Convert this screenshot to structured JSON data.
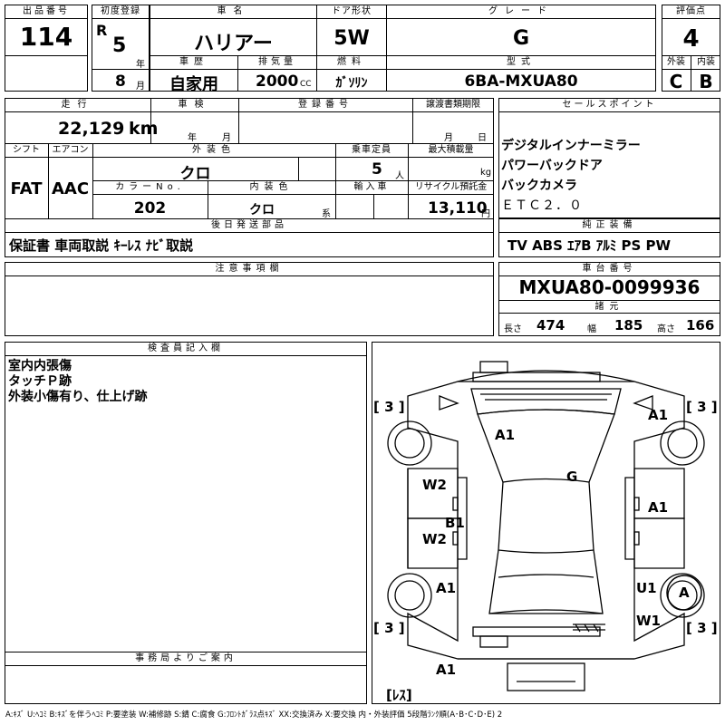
{
  "header": {
    "lot_no_label": "出品番号",
    "lot_no": "114",
    "first_reg_label": "初度登録",
    "era": "R",
    "year": "5",
    "year_unit": "年",
    "month": "8",
    "month_unit": "月",
    "car_name_label": "車名",
    "car_name": "ハリアー",
    "door_label": "ドア形状",
    "door": "5W",
    "grade_label": "グレード",
    "grade": "G",
    "score_label": "評価点",
    "score": "4",
    "history_label": "車歴",
    "history": "自家用",
    "displacement_label": "排気量",
    "displacement": "2000",
    "displacement_unit": "CC",
    "fuel_label": "燃料",
    "fuel": "ｶﾞｿﾘﾝ",
    "model_label": "型式",
    "model": "6BA-MXUA80",
    "exterior_label": "外装",
    "exterior": "C",
    "interior_label": "内装",
    "interior": "B"
  },
  "row2": {
    "mileage_label": "走行",
    "mileage": "22,129",
    "mileage_unit": "km",
    "inspection_label": "車検",
    "insp_year_unit": "年",
    "insp_month_unit": "月",
    "reg_no_label": "登録番号",
    "transfer_label": "譲渡書類期限",
    "transfer_month_unit": "月",
    "transfer_day_unit": "日",
    "shift_label": "シフト",
    "shift": "FAT",
    "ac_label": "エアコン",
    "ac": "AAC",
    "ext_color_label": "外装色",
    "ext_color": "クロ",
    "capacity_label": "乗車定員",
    "capacity": "5",
    "capacity_unit": "人",
    "load_label": "最大積載量",
    "load_unit": "kg",
    "color_no_label": "カラーNo.",
    "color_no": "202",
    "int_color_label": "内装色",
    "int_color": "クロ",
    "int_color_unit": "系",
    "import_label": "輸入車",
    "recycle_label": "リサイクル預託金",
    "recycle": "13,110",
    "recycle_unit": "円",
    "later_parts_label": "後日発送部品",
    "later_parts": "保証書 車両取説 ｷｰﾚｽ ﾅﾋﾞ取説"
  },
  "sales": {
    "label": "セールスポイント",
    "points": [
      "デジタルインナーミラー",
      "パワーバックドア",
      "バックカメラ",
      "ＥＴＣ２．０"
    ]
  },
  "equipment": {
    "label": "純正装備",
    "items": "TV ABS ｴｱB ｱﾙﾐ PS PW"
  },
  "notes": {
    "label": "注意事項欄"
  },
  "chassis": {
    "label": "車台番号",
    "number": "MXUA80-0099936",
    "spec_label": "諸元",
    "length_label": "長さ",
    "length": "474",
    "width_label": "幅",
    "width": "185",
    "height_label": "高さ",
    "height": "166"
  },
  "inspector": {
    "label": "検査員記入欄",
    "lines": [
      "室内内張傷",
      "タッチＰ跡",
      "外装小傷有り、仕上げ跡"
    ]
  },
  "office": {
    "label": "事務局よりご案内"
  },
  "diagram": {
    "tread_fl": "[ 3 ]",
    "tread_fr": "[ 3 ]",
    "tread_rl": "[ 3 ]",
    "tread_rr": "[ 3 ]",
    "spare": "[ﾚｽ]",
    "marks": {
      "hood_left": "A1",
      "front_right": "A1",
      "roof": "G",
      "front_door_left": "W2",
      "rear_door_left": "W2",
      "pillar_left": "B1",
      "door_right": "A1",
      "rear_left": "A1",
      "rear_right_u": "U1",
      "rear_right_w": "W1",
      "bottom": "A1",
      "circle_a": "A"
    }
  },
  "legend": "A:ｷｽﾞ U:ﾍｺﾐ B:ｷｽﾞを伴うﾍｺﾐ P:要塗装 W:補修跡 S:錆 C:腐食 G:ﾌﾛﾝﾄｶﾞﾗｽ点ｷｽﾞ XX:交換済み X:要交換 内・外装評価 5段階ﾗﾝｸ順(A･B･C･D･E) 2"
}
